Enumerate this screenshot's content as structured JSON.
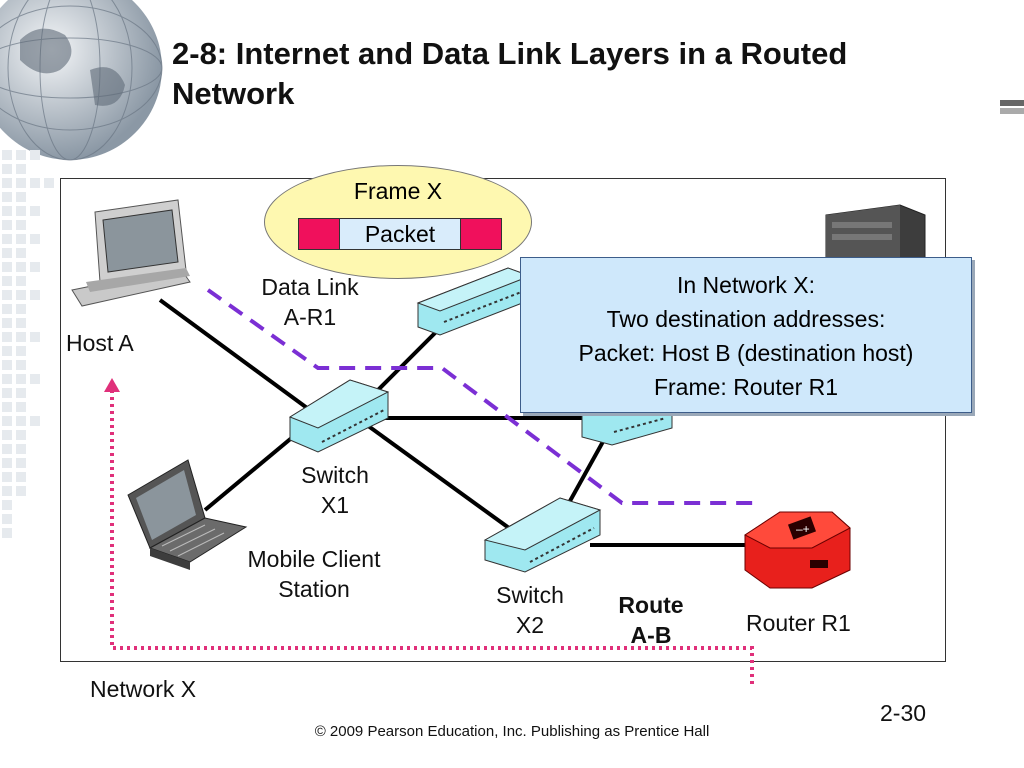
{
  "slide": {
    "title_line1": "2-8: Internet and Data Link Layers in a Routed",
    "title_line2": "Network",
    "page_number": "2-30",
    "footer": "© 2009 Pearson Education, Inc.  Publishing as Prentice Hall"
  },
  "frame": {
    "label": "Frame X",
    "packet_label": "Packet"
  },
  "info_box": {
    "lines": [
      "In Network X:",
      "Two destination addresses:",
      "Packet: Host B (destination host)",
      "Frame: Router R1"
    ]
  },
  "labels": {
    "host_a": "Host A",
    "data_link_line1": "Data Link",
    "data_link_line2": "A-R1",
    "switch_x1_line1": "Switch",
    "switch_x1_line2": "X1",
    "mobile_line1": "Mobile Client",
    "mobile_line2": "Station",
    "switch_x2_line1": "Switch",
    "switch_x2_line2": "X2",
    "route_line1": "Route",
    "route_line2": "A-B",
    "router_r1": "Router R1",
    "network_x": "Network X"
  },
  "colors": {
    "data_link_path": "#7b2fd4",
    "route_path": "#e0307a",
    "switch": "#9fe8f0",
    "router": "#e8201c",
    "frame_ellipse": "#fef8b0",
    "frame_trailer": "#f0105c",
    "info_box": "#cfe8fb"
  }
}
